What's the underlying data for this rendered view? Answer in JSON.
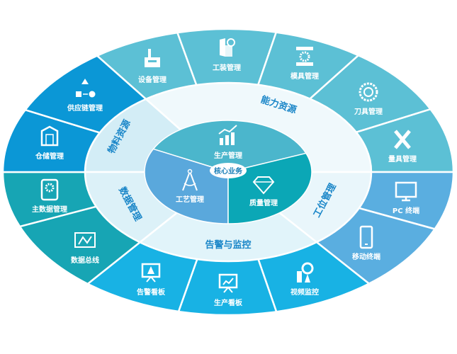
{
  "hub": {
    "label": "核心业务"
  },
  "core": [
    {
      "label": "生产管理",
      "icon": "growth-chart-icon",
      "color": "#4bb6cc"
    },
    {
      "label": "工艺管理",
      "icon": "compass-icon",
      "color": "#5aa8dc"
    },
    {
      "label": "质量管理",
      "icon": "diamond-icon",
      "color": "#0ba7b6"
    }
  ],
  "ring": [
    {
      "label": "能力资源",
      "color": "#f0f9fc"
    },
    {
      "label": "物料资源",
      "color": "#d3edf6"
    },
    {
      "label": "数据管理",
      "color": "#dcf1f8"
    },
    {
      "label": "告警与监控",
      "color": "#e1f4fa"
    },
    {
      "label": "工位管理",
      "color": "#e9f6fb"
    }
  ],
  "outer": [
    {
      "label": "设备管理",
      "icon": "factory-icon",
      "color": "#5cc0d5"
    },
    {
      "label": "工装管理",
      "icon": "fixture-shield-icon",
      "color": "#5cc0d5"
    },
    {
      "label": "模具管理",
      "icon": "mold-gear-icon",
      "color": "#5cc0d5"
    },
    {
      "label": "刀具管理",
      "icon": "saw-blade-icon",
      "color": "#5cc0d5"
    },
    {
      "label": "量具管理",
      "icon": "ruler-pencil-icon",
      "color": "#5cc0d5"
    },
    {
      "label": "PC 终端",
      "icon": "monitor-icon",
      "color": "#5aaee0"
    },
    {
      "label": "移动终端",
      "icon": "mobile-phone-icon",
      "color": "#5aaee0"
    },
    {
      "label": "视频监控",
      "icon": "camera-icon",
      "color": "#18b2e4"
    },
    {
      "label": "生产看板",
      "icon": "board-chart-icon",
      "color": "#18b2e4"
    },
    {
      "label": "告警看板",
      "icon": "board-warning-icon",
      "color": "#18b2e4"
    },
    {
      "label": "数据总线",
      "icon": "line-chart-icon",
      "color": "#17a5b4"
    },
    {
      "label": "主数据管理",
      "icon": "gear-drive-icon",
      "color": "#17a5b4"
    },
    {
      "label": "仓储管理",
      "icon": "warehouse-icon",
      "color": "#0b97d6"
    },
    {
      "label": "供应链管理",
      "icon": "supply-chain-icon",
      "color": "#0b97d6"
    }
  ]
}
